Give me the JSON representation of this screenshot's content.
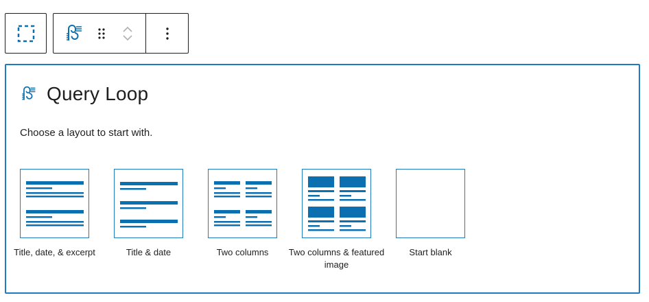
{
  "toolbar": {
    "select_parent_icon": "select-parent-icon",
    "block_icon": "query-loop-icon",
    "drag_icon": "drag-handle-icon",
    "move_up_icon": "chevron-up-icon",
    "move_down_icon": "chevron-down-icon",
    "options_icon": "more-vertical-icon"
  },
  "placeholder": {
    "icon": "query-loop-icon",
    "title": "Query Loop",
    "instructions": "Choose a layout to start with.",
    "patterns": [
      {
        "label": "Title, date, & excerpt",
        "icon": "title-date-excerpt-icon"
      },
      {
        "label": "Title & date",
        "icon": "title-date-icon"
      },
      {
        "label": "Two columns",
        "icon": "two-columns-icon"
      },
      {
        "label": "Two columns & featured image",
        "icon": "two-columns-featured-image-icon"
      },
      {
        "label": "Start blank",
        "icon": "start-blank-icon"
      }
    ]
  },
  "colors": {
    "accent": "#1f7bbd",
    "icon_blue": "#0b6fb0",
    "text": "#1e1e1e",
    "disabled": "#b0b0b0"
  }
}
